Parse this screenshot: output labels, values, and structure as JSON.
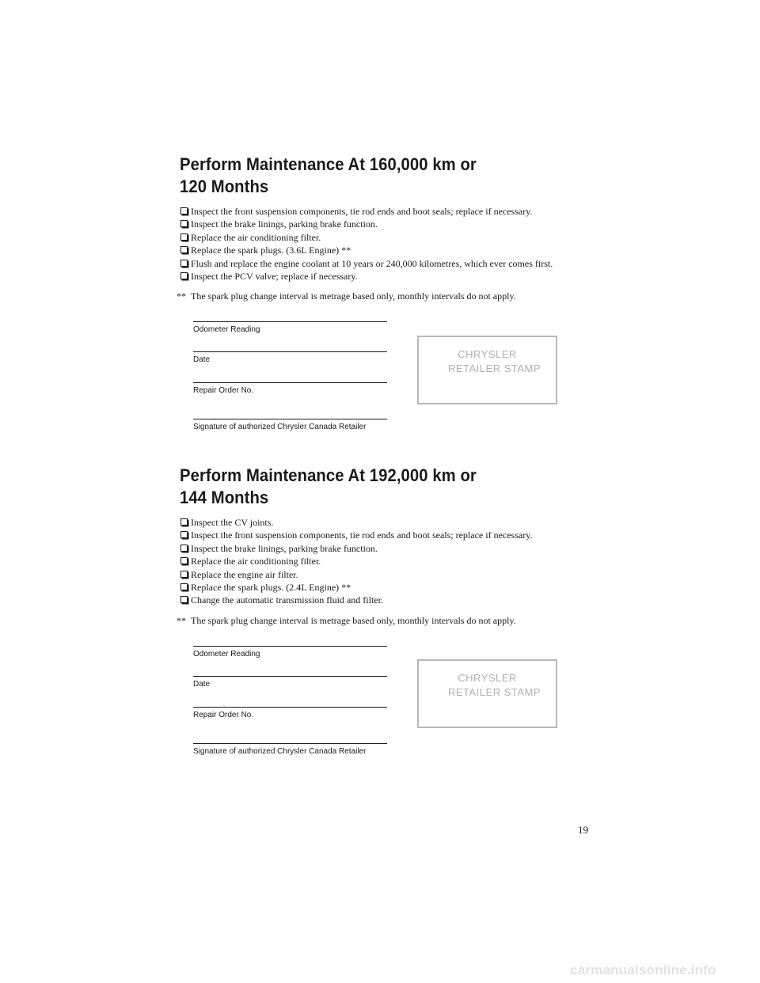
{
  "sections": [
    {
      "heading_line1": "Perform Maintenance At 160,000 km or",
      "heading_line2": "120 Months",
      "items": [
        "Inspect the front suspension components, tie rod ends and boot seals; replace if necessary.",
        "Inspect the brake linings, parking brake function.",
        "Replace the air conditioning filter.",
        "Replace the spark plugs. (3.6L Engine) **",
        "Flush and replace the engine coolant at 10 years or 240,000 kilometres, which ever comes first.",
        "Inspect the PCV valve; replace if necessary."
      ],
      "note_mark": "**",
      "note_text": "The spark plug change interval is metrage based only, monthly intervals do not apply.",
      "form": {
        "odometer_label": "Odometer Reading",
        "date_label": "Date",
        "repair_order_label": "Repair Order No.",
        "signature_label": "Signature of authorized Chrysler Canada Retailer"
      },
      "stamp": {
        "line1": "CHRYSLER",
        "line2": "RETAILER STAMP"
      }
    },
    {
      "heading_line1": "Perform Maintenance At 192,000 km or",
      "heading_line2": "144 Months",
      "items": [
        "Inspect the CV joints.",
        "Inspect the front suspension components, tie rod ends and boot seals; replace if necessary.",
        "Inspect the brake linings, parking brake function.",
        "Replace the air conditioning filter.",
        "Replace the engine air filter.",
        "Replace the spark plugs. (2.4L Engine) **",
        "Change the automatic transmission fluid and filter."
      ],
      "note_mark": "**",
      "note_text": "The spark plug change interval is metrage based only, monthly intervals do not apply.",
      "form": {
        "odometer_label": "Odometer Reading",
        "date_label": "Date",
        "repair_order_label": "Repair Order No.",
        "signature_label": "Signature of authorized Chrysler Canada Retailer"
      },
      "stamp": {
        "line1": "CHRYSLER",
        "line2": "RETAILER STAMP"
      }
    }
  ],
  "page_number": "19",
  "watermark": "carmanualsonline.info"
}
